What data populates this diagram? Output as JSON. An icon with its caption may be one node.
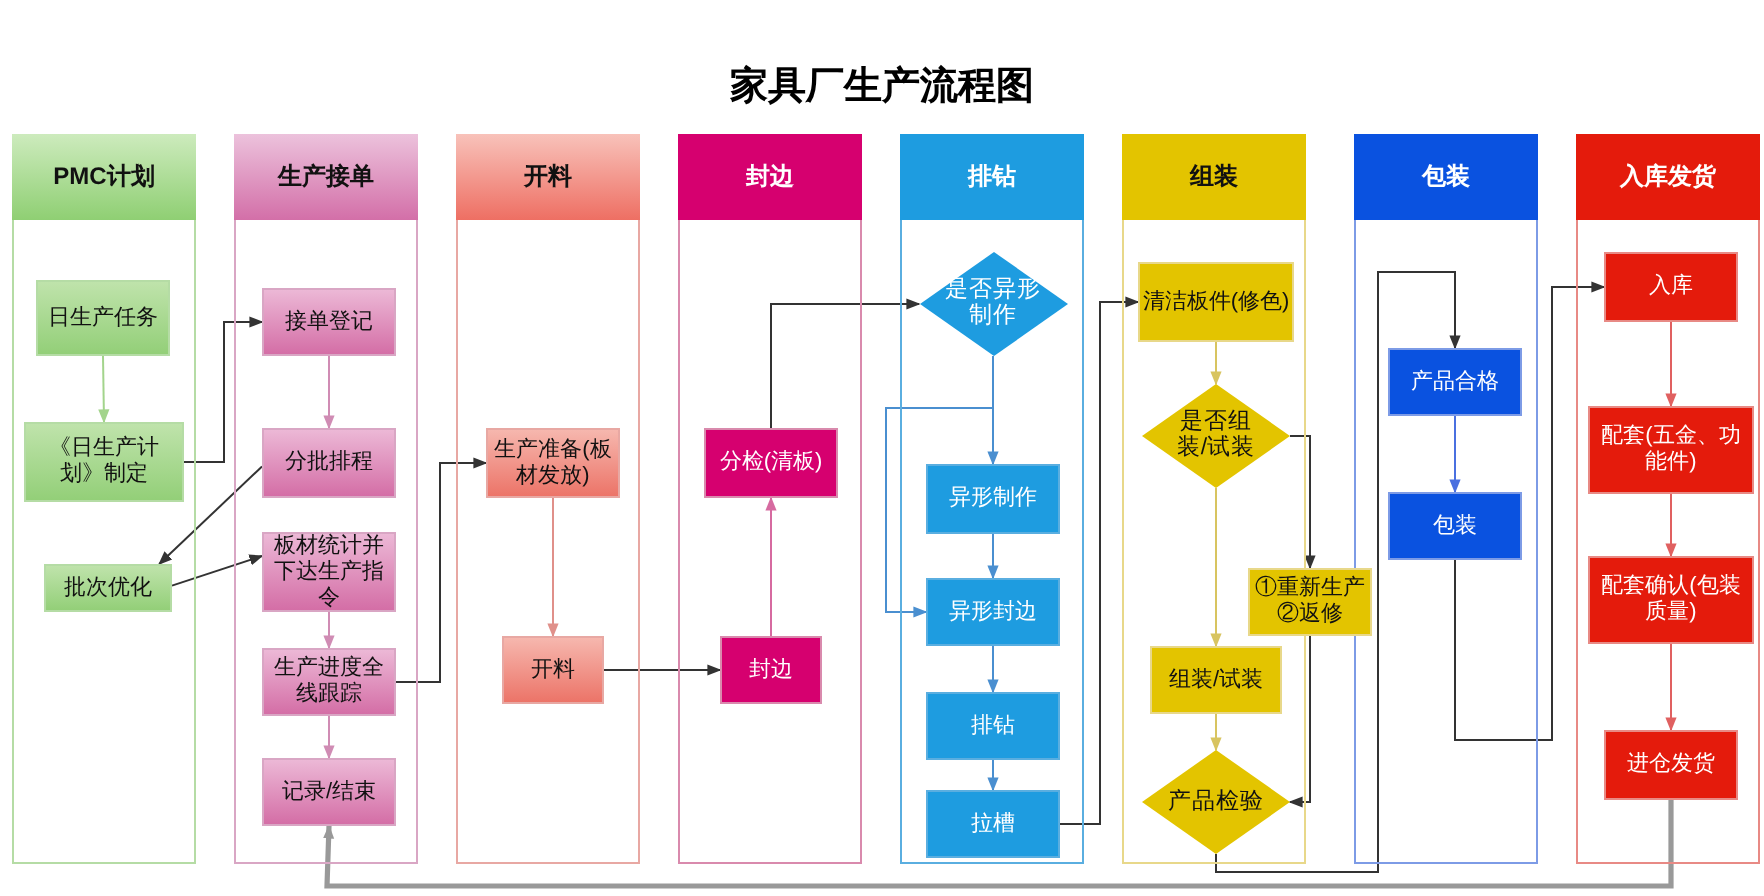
{
  "diagram": {
    "title": "家具厂生产流程图",
    "nodes": [
      {
        "text": [
          "PMC计划"
        ]
      },
      {
        "text": [
          "日生产任务"
        ],
        "in": 0
      },
      {
        "text": [
          "《日生产计划》制定"
        ],
        "in": 0
      },
      {
        "text": [
          "批次优化"
        ],
        "in": 0
      },
      {
        "text": [
          "生产接单"
        ]
      },
      {
        "text": [
          "接单登记"
        ],
        "in": 4
      },
      {
        "text": [
          "分批排程"
        ],
        "in": 4
      },
      {
        "text": [
          "板材统计并下达生产指令"
        ],
        "in": 4
      },
      {
        "text": [
          "生产进度全线跟踪"
        ],
        "in": 4
      },
      {
        "text": [
          "记录/结束"
        ],
        "in": 4
      },
      {
        "text": [
          "开料"
        ]
      },
      {
        "text": [
          "生产准备(板材发放)"
        ],
        "in": 10
      },
      {
        "text": [
          "开料"
        ],
        "in": 10
      },
      {
        "text": [
          "封边"
        ]
      },
      {
        "text": [
          "分检(清板)"
        ],
        "in": 13
      },
      {
        "text": [
          "封边"
        ],
        "in": 13
      },
      {
        "text": [
          "排钻"
        ]
      },
      {
        "text": [
          "是否异形制作"
        ],
        "in": 16
      },
      {
        "text": [
          "异形制作"
        ],
        "in": 16
      },
      {
        "text": [
          "异形封边"
        ],
        "in": 16
      },
      {
        "text": [
          "排钻"
        ],
        "in": 16
      },
      {
        "text": [
          "拉槽"
        ],
        "in": 16
      },
      {
        "text": [
          "组装"
        ]
      },
      {
        "text": [
          "清洁板件(修色)"
        ],
        "in": 22
      },
      {
        "text": [
          "是否组装/试装"
        ],
        "in": 22
      },
      {
        "text": [
          "①重新生产",
          "②返修"
        ]
      },
      {
        "text": [
          "组装/试装"
        ],
        "in": 22
      },
      {
        "text": [
          "产品检验"
        ],
        "in": 22
      },
      {
        "text": [
          "包装"
        ]
      },
      {
        "text": [
          "产品合格"
        ],
        "in": 28
      },
      {
        "text": [
          "包装"
        ],
        "in": 28
      },
      {
        "text": [
          "入库发货"
        ]
      },
      {
        "text": [
          "入库"
        ],
        "in": 31
      },
      {
        "text": [
          "配套(五金、功能件)"
        ],
        "in": 31
      },
      {
        "text": [
          "配套确认(包装质量)"
        ],
        "in": 31
      },
      {
        "text": [
          "进仓发货"
        ],
        "in": 31
      }
    ],
    "edges": [
      {
        "from": 1,
        "to": 2,
        "arrow": "to",
        "color": "#a3d48c"
      },
      {
        "from": 2,
        "to": 5,
        "arrow": "to"
      },
      {
        "from": 5,
        "to": 6,
        "arrow": "to",
        "color": "#d08cb4"
      },
      {
        "from": 6,
        "to": 3,
        "arrow": "to"
      },
      {
        "from": 3,
        "to": 7,
        "arrow": "to"
      },
      {
        "from": 7,
        "to": 8,
        "arrow": "to",
        "color": "#d08cb4"
      },
      {
        "from": 8,
        "to": 9,
        "arrow": "to",
        "color": "#d08cb4"
      },
      {
        "from": 8,
        "to": 11,
        "arrow": "to"
      },
      {
        "from": 11,
        "to": 12,
        "arrow": "to",
        "color": "#e0908a"
      },
      {
        "from": 12,
        "to": 15,
        "arrow": "to"
      },
      {
        "from": 15,
        "to": 14,
        "arrow": "to",
        "color": "#d66aa0"
      },
      {
        "from": 14,
        "to": 17,
        "arrow": "to"
      },
      {
        "from": 17,
        "to": 18,
        "arrow": "to",
        "color": "#4a8fd0"
      },
      {
        "from": 17,
        "to": 19,
        "arrow": "to",
        "color": "#4a8fd0"
      },
      {
        "from": 18,
        "to": 19,
        "arrow": "to",
        "color": "#4a8fd0"
      },
      {
        "from": 19,
        "to": 20,
        "arrow": "to",
        "color": "#4a8fd0"
      },
      {
        "from": 20,
        "to": 21,
        "arrow": "to",
        "color": "#4a8fd0"
      },
      {
        "from": 21,
        "to": 23,
        "arrow": "to"
      },
      {
        "from": 23,
        "to": 24,
        "arrow": "to",
        "color": "#d8c460"
      },
      {
        "from": 24,
        "to": 25,
        "arrow": "to"
      },
      {
        "from": 24,
        "to": 26,
        "arrow": "to",
        "color": "#d8c460"
      },
      {
        "from": 26,
        "to": 27,
        "arrow": "to",
        "color": "#d8c460"
      },
      {
        "from": 25,
        "to": 27,
        "arrow": "to"
      },
      {
        "from": 27,
        "to": 29,
        "arrow": "to"
      },
      {
        "from": 29,
        "to": 30,
        "arrow": "to",
        "color": "#4a70e0"
      },
      {
        "from": 30,
        "to": 32,
        "arrow": "to"
      },
      {
        "from": 32,
        "to": 33,
        "arrow": "to",
        "color": "#e06060"
      },
      {
        "from": 33,
        "to": 34,
        "arrow": "to",
        "color": "#e06060"
      },
      {
        "from": 34,
        "to": 35,
        "arrow": "to",
        "color": "#e06060"
      },
      {
        "from": 35,
        "to": 9,
        "arrow": "to",
        "style": "thick",
        "color": "#999999"
      }
    ]
  }
}
